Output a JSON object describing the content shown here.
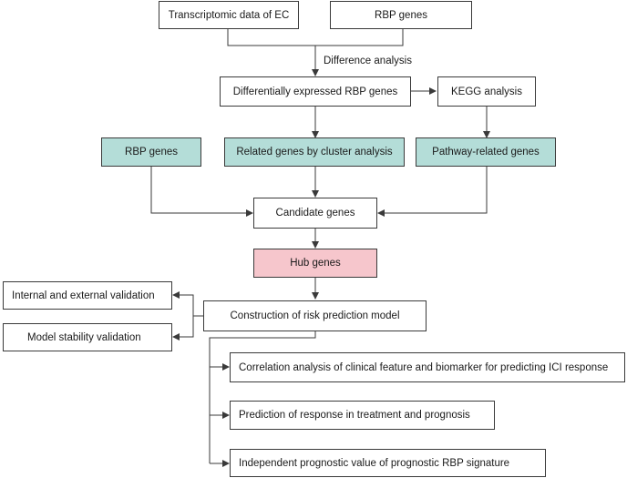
{
  "nodes": {
    "transcriptomic": "Transcriptomic data of EC",
    "rbp_top": "RBP genes",
    "diff_rbp": "Differentially expressed RBP genes",
    "kegg": "KEGG analysis",
    "rbp_left": "RBP genes",
    "cluster": "Related genes by cluster analysis",
    "pathway": "Pathway-related genes",
    "candidate": "Candidate genes",
    "hub": "Hub genes",
    "risk_model": "Construction of risk prediction model",
    "int_ext_validation": "Internal and external validation",
    "stability_validation": "Model stability validation",
    "correlation": "Correlation analysis of clinical feature and biomarker for predicting ICI response",
    "prediction": "Prediction of response in treatment and prognosis",
    "independent": "Independent prognostic value of prognostic RBP signature"
  },
  "edge_labels": {
    "difference_analysis": "Difference analysis"
  },
  "colors": {
    "teal_fill": "#b4ddd8",
    "pink_fill": "#f6c6cc",
    "line": "#3a3a3a"
  }
}
